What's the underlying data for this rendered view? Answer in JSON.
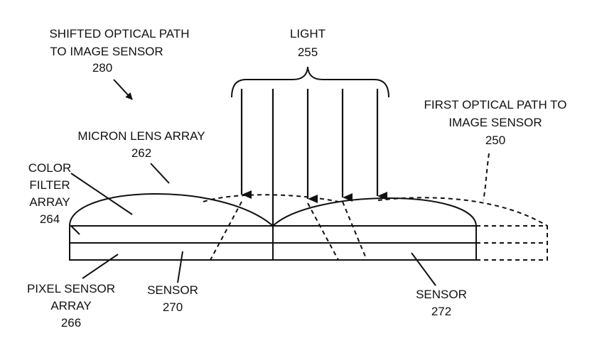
{
  "labels": {
    "shifted_path": {
      "line1": "SHIFTED OPTICAL PATH",
      "line2": "TO IMAGE SENSOR",
      "ref": "280"
    },
    "light": {
      "line1": "LIGHT",
      "ref": "255"
    },
    "first_path": {
      "line1": "FIRST OPTICAL PATH TO",
      "line2": "IMAGE SENSOR",
      "ref": "250"
    },
    "micro_lens": {
      "line1": "MICRON LENS ARRAY",
      "ref": "262"
    },
    "color_filter": {
      "line1": "COLOR",
      "line2": "FILTER",
      "line3": "ARRAY",
      "ref": "264"
    },
    "pixel_sensor": {
      "line1": "PIXEL SENSOR",
      "line2": "ARRAY",
      "ref": "266"
    },
    "sensor_left": {
      "line1": "SENSOR",
      "ref": "270"
    },
    "sensor_right": {
      "line1": "SENSOR",
      "ref": "272"
    }
  }
}
